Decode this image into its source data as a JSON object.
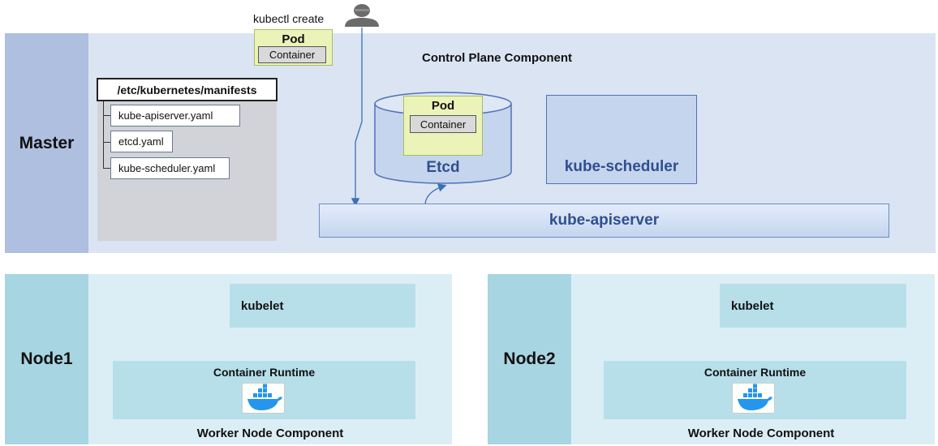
{
  "kubectl": {
    "command": "kubectl create",
    "user_icon": "user-icon"
  },
  "floating_pod": {
    "title": "Pod",
    "container": "Container"
  },
  "master": {
    "label": "Master",
    "control_plane_title": "Control Plane Component",
    "manifests": {
      "path": "/etc/kubernetes/manifests",
      "files": [
        "kube-apiserver.yaml",
        "etcd.yaml",
        "kube-scheduler.yaml"
      ]
    },
    "etcd": {
      "label": "Etcd",
      "pod_title": "Pod",
      "container": "Container"
    },
    "scheduler": "kube-scheduler",
    "apiserver": "kube-apiserver"
  },
  "nodes": [
    {
      "label": "Node1",
      "kubelet": "kubelet",
      "runtime": "Container Runtime",
      "runtime_icon": "docker-icon",
      "footer": "Worker Node Component"
    },
    {
      "label": "Node2",
      "kubelet": "kubelet",
      "runtime": "Container Runtime",
      "runtime_icon": "docker-icon",
      "footer": "Worker Node Component"
    }
  ],
  "colors": {
    "master_label_bg": "#aebfe0",
    "master_body_bg": "#dae4f3",
    "node_label_bg": "#a8d5e2",
    "node_body_bg": "#dceef5",
    "component_text": "#2f4f8f",
    "pod_bg": "#ebf3b8",
    "arrow": "#3b6fb6"
  }
}
